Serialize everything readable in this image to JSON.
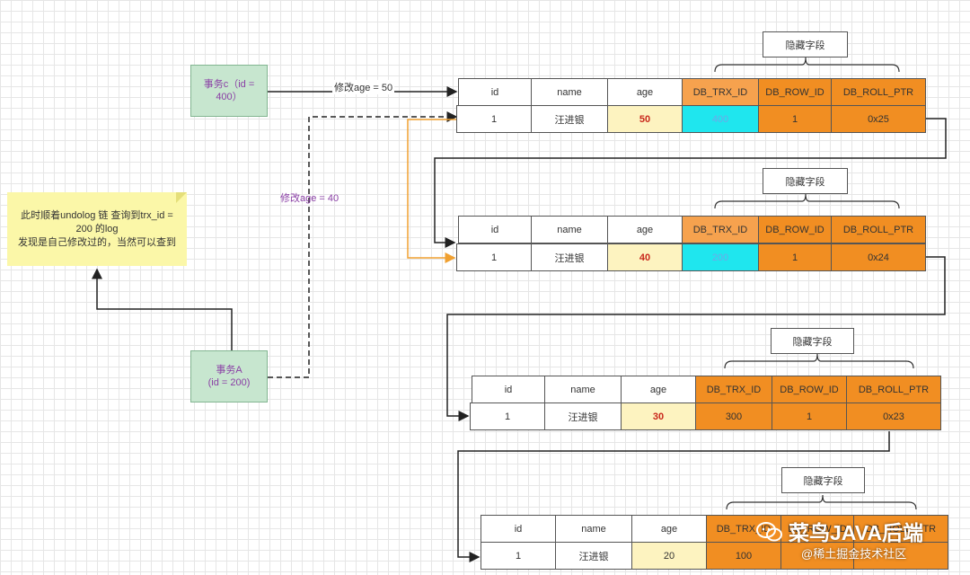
{
  "transaction_c": {
    "line1": "事务c（id =",
    "line2": "400）"
  },
  "transaction_a": {
    "line1": "事务A",
    "line2": "(id = 200)"
  },
  "note": {
    "line1": "此时顺着undolog 链 查询到trx_id =",
    "line2": "200 的log",
    "line3": "发现是自己修改过的，当然可以查到"
  },
  "edge_labels": {
    "modify_50": "修改age = 50",
    "modify_40": "修改age = 40"
  },
  "hidden_fields_label": "隐藏字段",
  "headers": [
    "id",
    "name",
    "age",
    "DB_TRX_ID",
    "DB_ROW_ID",
    "DB_ROLL_PTR"
  ],
  "rows": [
    {
      "id": "1",
      "name": "汪进银",
      "age": "50",
      "trx_id": "400",
      "row_id": "1",
      "roll_ptr": "0x25"
    },
    {
      "id": "1",
      "name": "汪进银",
      "age": "40",
      "trx_id": "200",
      "row_id": "1",
      "roll_ptr": "0x24"
    },
    {
      "id": "1",
      "name": "汪进银",
      "age": "30",
      "trx_id": "300",
      "row_id": "1",
      "roll_ptr": "0x23"
    },
    {
      "id": "1",
      "name": "汪进银",
      "age": "20",
      "trx_id": "100",
      "row_id": "",
      "roll_ptr": ""
    }
  ],
  "watermark": {
    "title": "菜鸟JAVA后端",
    "subtitle": "@稀土掘金技术社区"
  },
  "colors": {
    "hidden_header": "#f6a24e",
    "hidden_cell": "#f18e22",
    "trx_cyan": "#1fe6ee",
    "age_bg": "#fdf3c0",
    "txn_green": "#c7e6cf"
  }
}
